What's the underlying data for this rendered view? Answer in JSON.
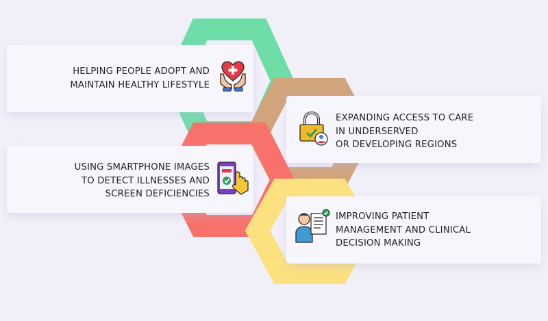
{
  "colors": {
    "background": "#f1f0f9",
    "card": "#f7f6fd",
    "hex_green": "#6edda8",
    "hex_tan": "#d1a47c",
    "hex_red": "#f8716a",
    "hex_yellow": "#fde17e",
    "text": "#222222"
  },
  "items": [
    {
      "lines": [
        "HELPING PEOPLE ADOPT AND",
        "MAINTAIN HEALTHY LIFESTYLE"
      ],
      "icon": "heart-hands-icon",
      "color": "#6edda8"
    },
    {
      "lines": [
        "EXPANDING ACCESS TO CARE",
        "IN UNDERSERVED",
        "OR DEVELOPING REGIONS"
      ],
      "icon": "padlock-user-icon",
      "color": "#d1a47c"
    },
    {
      "lines": [
        "USING SMARTPHONE IMAGES",
        "TO DETECT ILLNESSES AND",
        "SCREEN DEFICIENCIES"
      ],
      "icon": "smartphone-tap-icon",
      "color": "#f8716a"
    },
    {
      "lines": [
        "IMPROVING PATIENT",
        "MANAGEMENT AND CLINICAL",
        "DECISION MAKING"
      ],
      "icon": "doctor-document-icon",
      "color": "#fde17e"
    }
  ]
}
